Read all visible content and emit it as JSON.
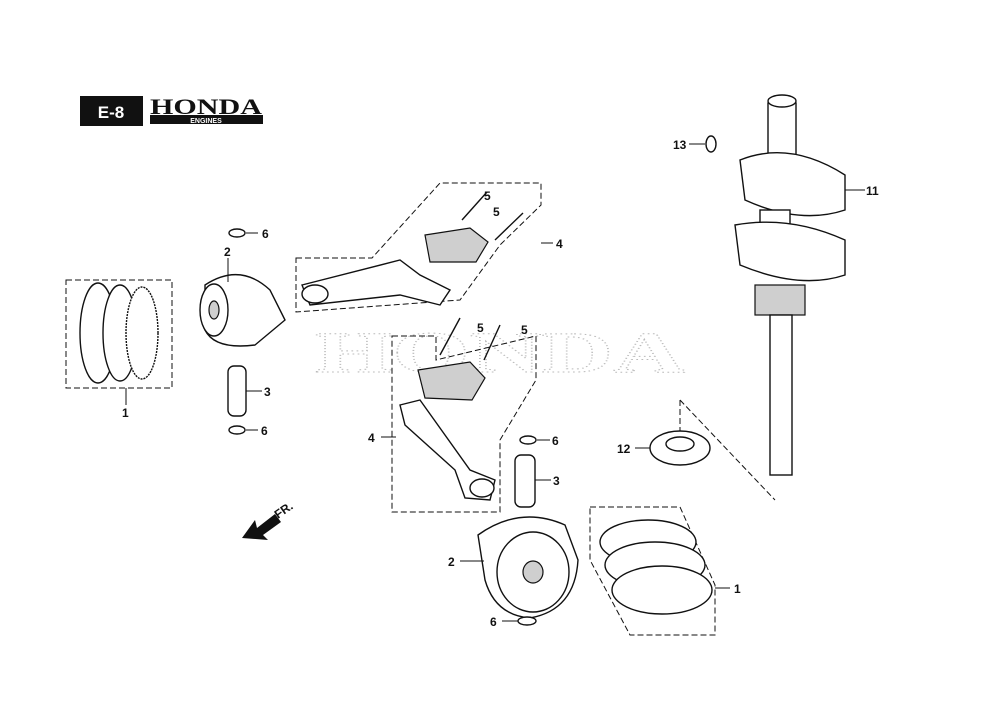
{
  "header": {
    "section_code": "E-8",
    "brand": "HONDA",
    "brand_sub": "ENGINES"
  },
  "watermark": "HONDA",
  "direction_label": "FR.",
  "callouts": [
    "1",
    "2",
    "3",
    "4",
    "5",
    "6",
    "11",
    "12",
    "13"
  ]
}
